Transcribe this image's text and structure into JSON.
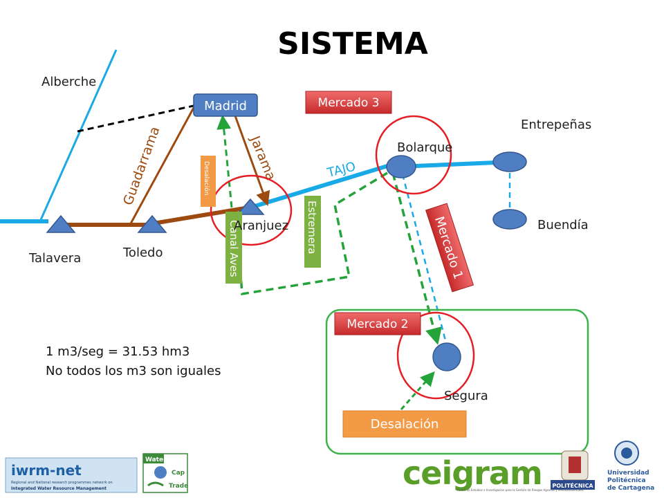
{
  "title": "SISTEMA",
  "nodes": {
    "madrid": "Madrid",
    "alberche": "Alberche",
    "talavera": "Talavera",
    "toledo": "Toledo",
    "aranjuez": "Aranjuez",
    "bolarque": "Bolarque",
    "entrepenas": "Entrepeñas",
    "buendia": "Buendía",
    "segura": "Segura"
  },
  "rivers": {
    "guadarrama": "Guadarrama",
    "jarama": "Jarama",
    "tajo": "TAJO"
  },
  "canals": {
    "canal_aves": "Canal Aves",
    "estremera": "Estremera",
    "desalacion_small": "Desalación"
  },
  "markets": {
    "mercado1": "Mercado 1",
    "mercado2": "Mercado 2",
    "mercado3": "Mercado 3"
  },
  "desalacion": "Desalación",
  "notes": {
    "line1": "1 m3/seg = 31.53 hm3",
    "line2": "No todos los m3 son iguales"
  },
  "logos": {
    "iwrm": "iwrm-net",
    "iwrm_sub1": "Regional and National research programmes network on",
    "iwrm_sub2": "Integrated Water Resource Management",
    "water": "Water",
    "cap": "Cap",
    "trade": "Trade",
    "ceigram": "ceigram",
    "ceigram_sub": "Centro de Estudios e Investigación para la Gestión de Riesgos Agrarios y Medioambientales",
    "upm": "POLITÉCNICA",
    "upct1": "Universidad",
    "upct2": "Politécnica",
    "upct3": "de Cartagena"
  },
  "colors": {
    "river_blue": "#19a9e6",
    "node_fill": "#4f7ec3",
    "brown": "#9c4a10",
    "green_dash": "#23a33a",
    "red_circle": "#e31e24",
    "market_red": "#d9393b",
    "canal_green": "#7db243",
    "orange": "#f39a47"
  }
}
